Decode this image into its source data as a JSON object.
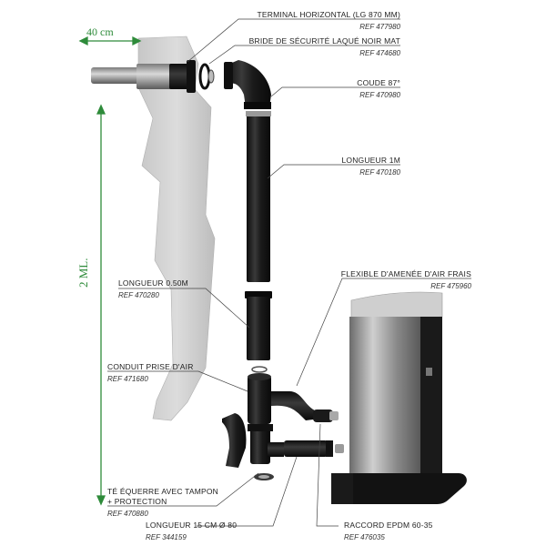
{
  "dimensions": {
    "width": "40 cm",
    "height": "2 ML."
  },
  "parts": [
    {
      "id": "terminal",
      "name": "TERMINAL HORIZONTAL (lg 870 mm)",
      "ref": "REF 477980"
    },
    {
      "id": "bride",
      "name": "BRIDE DE SÉCURITÉ LAQUÉ NOIR MAT",
      "ref": "REF 474680"
    },
    {
      "id": "coude",
      "name": "COUDE 87°",
      "ref": "REF 470980"
    },
    {
      "id": "longueur1m",
      "name": "LONGUEUR 1m",
      "ref": "REF 470180"
    },
    {
      "id": "flexible",
      "name": "FLEXIBLE D'AMENÉE D'AIR FRAIS",
      "ref": "REF 475960"
    },
    {
      "id": "longueur050",
      "name": "LONGUEUR 0.50m",
      "ref": "REF 470280"
    },
    {
      "id": "conduit",
      "name": "CONDUIT PRISE D'AIR",
      "ref": "REF 471680"
    },
    {
      "id": "te",
      "name": "TÉ ÉQUERRE AVEC TAMPON",
      "name2": "+ PROTECTION",
      "ref": "REF 470880"
    },
    {
      "id": "longueur15",
      "name": "LONGUEUR 15 cm Ø 80",
      "ref": "REF 344159"
    },
    {
      "id": "raccord",
      "name": "RACCORD EPDM 60-35",
      "ref": "REF 476035"
    }
  ],
  "colors": {
    "accent_green": "#2e8b3a",
    "pipe": "#1f1f1f",
    "wall": "#cfcfcf"
  }
}
